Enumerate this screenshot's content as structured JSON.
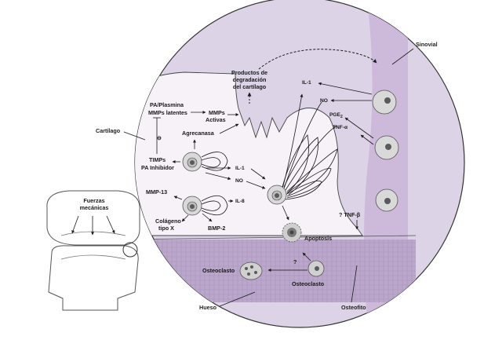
{
  "labels": {
    "sinovial": "Sinovial",
    "cartilago": "Cartílago",
    "fuerzas_1": "Fuerzas",
    "fuerzas_2": "mecánicas",
    "productos_1": "Productos de",
    "productos_2": "degradación",
    "productos_3": "del cartílago",
    "pa_plasmina": "PA/Plasmina",
    "mmps_latentes": "MMPs latentes",
    "mmps_1": "MMPs",
    "mmps_2": "Activas",
    "agrecanasa": "Agrecanasa",
    "inhibit_sign": "⊖",
    "timps": "TIMPs",
    "pa_inhibidor": "PA Inhibidor",
    "il1_right": "IL-1",
    "no_right": "NO",
    "pge2": "PGE",
    "pge2_sub": "2",
    "tnf_alpha": "TNF-α",
    "il1_mid": "IL-1",
    "no_mid": "NO",
    "mmp13": "MMP-13",
    "il8": "IL-8",
    "colageno_1": "Colágeno",
    "colageno_2": "tipo X",
    "bmp2": "BMP-2",
    "tnf_beta": "? TNF-β",
    "apoptosis": "Apoptosis",
    "question": "?",
    "osteoclasto_left": "Osteoclasto",
    "osteoclasto_right": "Osteoclasto",
    "hueso": "Hueso",
    "osteofito": "Osteofito"
  },
  "colors": {
    "circle_fill": "#ddd3e6",
    "synovial_band": "#cdb9da",
    "cartilage_fill": "#f6f2f8",
    "bone_band": "#b9a4c9",
    "cell_fill": "#d9d9d9",
    "nucleus": "#5a5a5a"
  },
  "icons": [
    "chondrocyte-cell",
    "synoviocyte-cell",
    "osteoclast-cell",
    "apoptotic-cell",
    "knee-joint-outline"
  ]
}
